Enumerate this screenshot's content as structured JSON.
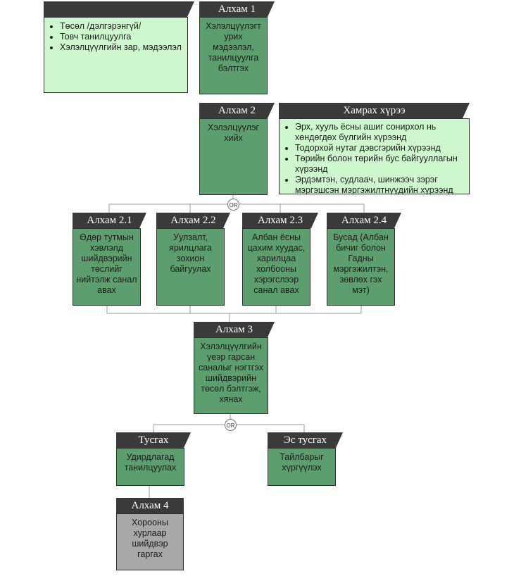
{
  "intro": {
    "items": [
      "Төсөл /дэлгэрэнгүй/",
      "Товч танилцуулга",
      "Хэлэлцүүлгийн зар, мэдээлэл"
    ]
  },
  "step1": {
    "title": "Алхам 1",
    "text": "Хэлэлцүүлэгт урих мэдээлэл, танилцуулга бэлтгэх"
  },
  "step2": {
    "title": "Алхам 2",
    "text": "Хэлэлцүүлэг хийх"
  },
  "scope": {
    "title": "Хамрах хүрээ",
    "items": [
      "Эрх, хууль ёсны ашиг сонирхол нь хөндөгдөх бүлгийн хүрээнд",
      "Тодорхой нутаг дэвсгэрийн хүрээнд",
      "Төрийн болон төрийн бус байгууллагын хүрээнд",
      "Эрдэмтэн, судлаач, шинжээч зэрэг мэргэшсэн мэргэжилтнүүдийн хүрээнд"
    ]
  },
  "or_label": "OR",
  "step21": {
    "title": "Алхам 2.1",
    "text": "Өдөр тутмын хэвлэлд шийдвэрийн төслийг нийтэлж санал авах"
  },
  "step22": {
    "title": "Алхам 2.2",
    "text": "Уулзалт, ярилцлага зохион байгуулах"
  },
  "step23": {
    "title": "Алхам 2.3",
    "text": "Албан ёсны цахим хуудас, харилцаа холбооны хэрэгслээр санал авах"
  },
  "step24": {
    "title": "Алхам 2.4",
    "text": "Бусад (Албан бичиг болон Гадны мэргэжилтэн, зөвлөх гэх мэт)"
  },
  "step3": {
    "title": "Алхам 3",
    "text": "Хэлэлцүүлгийн үеэр гарсан саналыг нэгтгэх шийдвэрийн төсөл бэлтгэж, хянах"
  },
  "agree": {
    "title": "Тусгах",
    "text": "Удирдлагад танилцуулах"
  },
  "disagree": {
    "title": "Эс тусгах",
    "text": "Тайлбарыг хүргүүлэх"
  },
  "step4": {
    "title": "Алхам 4",
    "text": "Хорооны хурлаар шийдвэр гаргах"
  },
  "colors": {
    "header": "#3a3a3a",
    "step_fill": "#5d9e6e",
    "info_fill": "#cff7cd",
    "final_fill": "#a8a8a8",
    "connector": "#9a9a9a"
  }
}
